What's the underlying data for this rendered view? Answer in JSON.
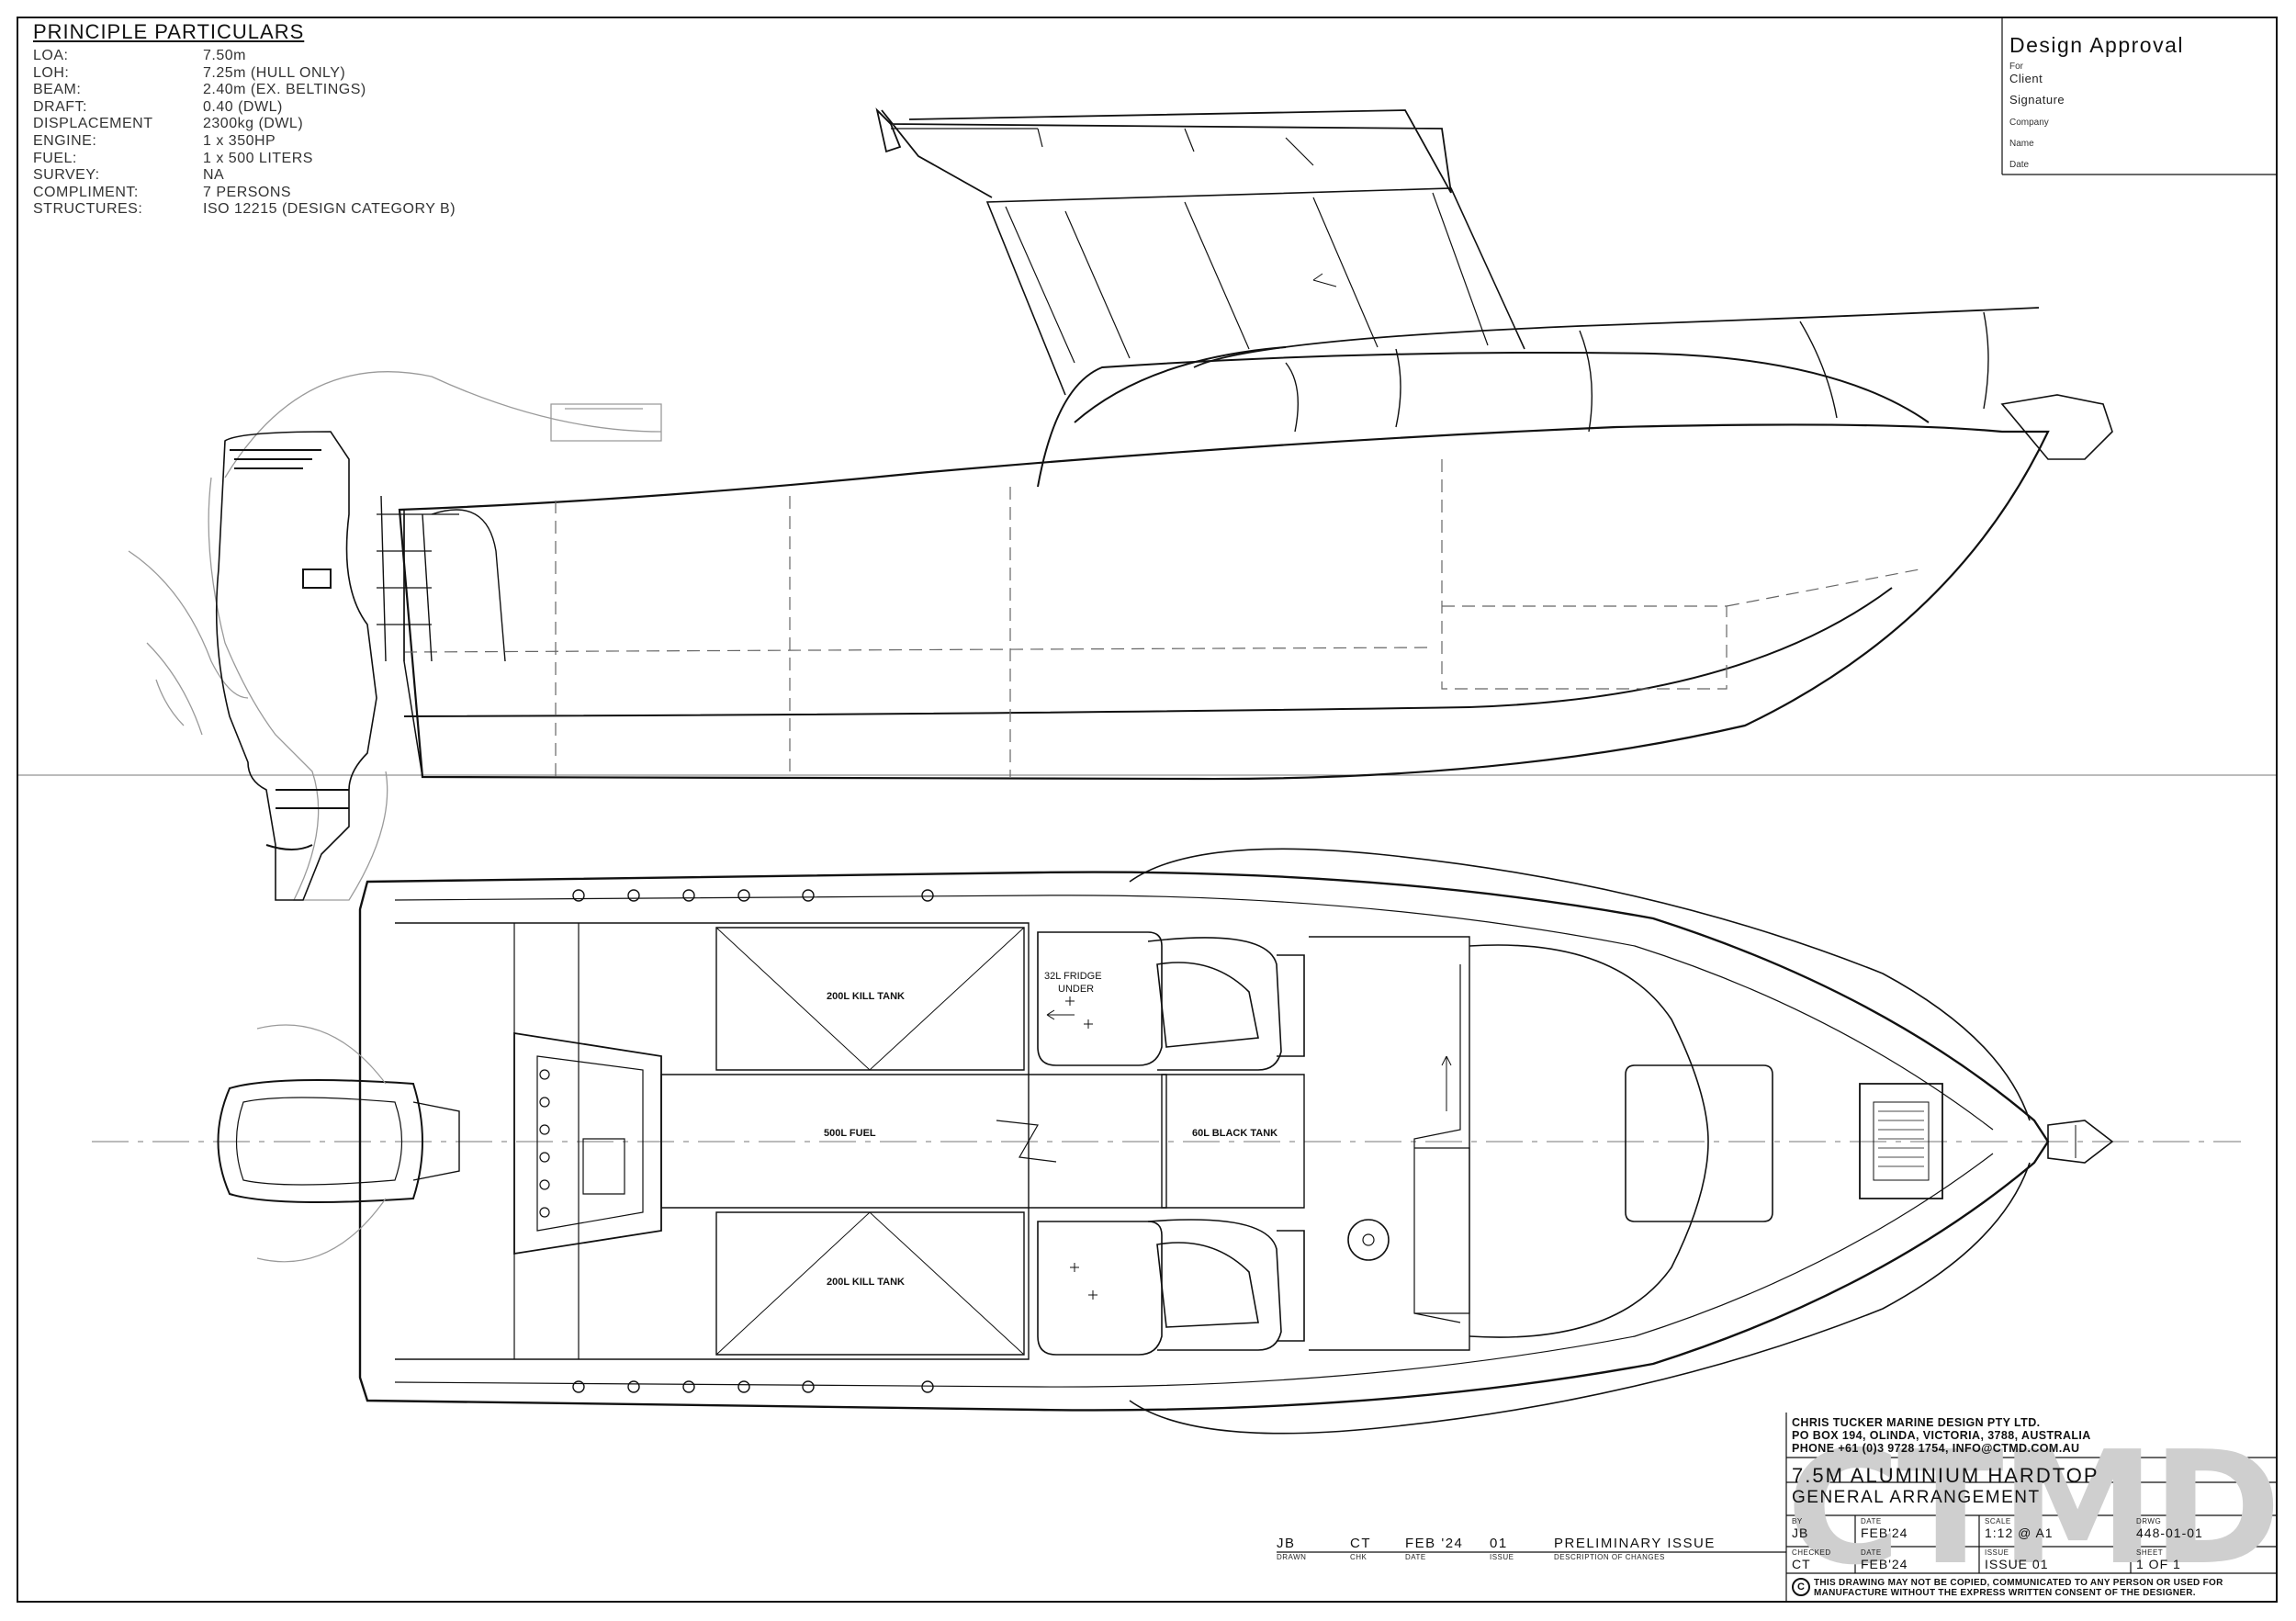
{
  "principle_particulars": {
    "title": "PRINCIPLE PARTICULARS",
    "rows": [
      {
        "label": "LOA:",
        "value": "7.50m"
      },
      {
        "label": "LOH:",
        "value": "7.25m (HULL ONLY)"
      },
      {
        "label": "BEAM:",
        "value": "2.40m (EX. BELTINGS)"
      },
      {
        "label": "DRAFT:",
        "value": "0.40 (DWL)"
      },
      {
        "label": "DISPLACEMENT",
        "value": "2300kg (DWL)"
      },
      {
        "label": "ENGINE:",
        "value": "1 x 350HP"
      },
      {
        "label": "FUEL:",
        "value": "1 x 500 LITERS"
      },
      {
        "label": "SURVEY:",
        "value": "NA"
      },
      {
        "label": "COMPLIMENT:",
        "value": "7 PERSONS"
      },
      {
        "label": "STRUCTURES:",
        "value": "ISO 12215 (DESIGN CATEGORY B)"
      }
    ]
  },
  "design_approval": {
    "title": "Design Approval",
    "for_label": "For",
    "client_label": "Client",
    "signature_label": "Signature",
    "company_label": "Company",
    "name_label": "Name",
    "date_label": "Date"
  },
  "plan_labels": {
    "kill_tank_top": "200L KILL TANK",
    "kill_tank_bottom": "200L KILL TANK",
    "fuel": "500L FUEL",
    "black_tank": "60L BLACK TANK",
    "fridge_line1": "32L FRIDGE",
    "fridge_line2": "UNDER"
  },
  "title_block": {
    "company_line1": "CHRIS TUCKER MARINE DESIGN PTY LTD.",
    "company_line2": "PO BOX 194, OLINDA, VICTORIA, 3788, AUSTRALIA",
    "company_line3": "PHONE +61 (0)3 9728 1754, INFO@CTMD.COM.AU",
    "project": "7.5M ALUMINIUM HARDTOP",
    "drawing_title": "GENERAL ARRANGEMENT",
    "watermark": "CTMD",
    "by_label": "BY",
    "by": "JB",
    "date_label": "DATE",
    "date": "FEB'24",
    "scale_label": "SCALE",
    "scale": "1:12 @ A1",
    "drwg_label": "DRWG",
    "drwg": "448-01-01",
    "checked_label": "CHECKED",
    "checked": "CT",
    "date2_label": "DATE",
    "date2": "FEB'24",
    "issue_label": "ISSUE",
    "issue": "ISSUE 01",
    "sheet_label": "SHEET",
    "sheet": "1 OF 1",
    "copyright_symbol": "C",
    "copyright": "THIS DRAWING MAY NOT BE COPIED, COMMUNICATED TO ANY PERSON OR USED FOR MANUFACTURE WITHOUT THE EXPRESS WRITTEN CONSENT OF THE DESIGNER."
  },
  "revision": {
    "drawn": "JB",
    "chk": "CT",
    "date": "FEB '24",
    "issue": "01",
    "description": "PRELIMINARY ISSUE",
    "drawn_label": "DRAWN",
    "chk_label": "CHK",
    "date_label": "DATE",
    "issue_label": "ISSUE",
    "description_label": "DESCRIPTION OF CHANGES"
  }
}
